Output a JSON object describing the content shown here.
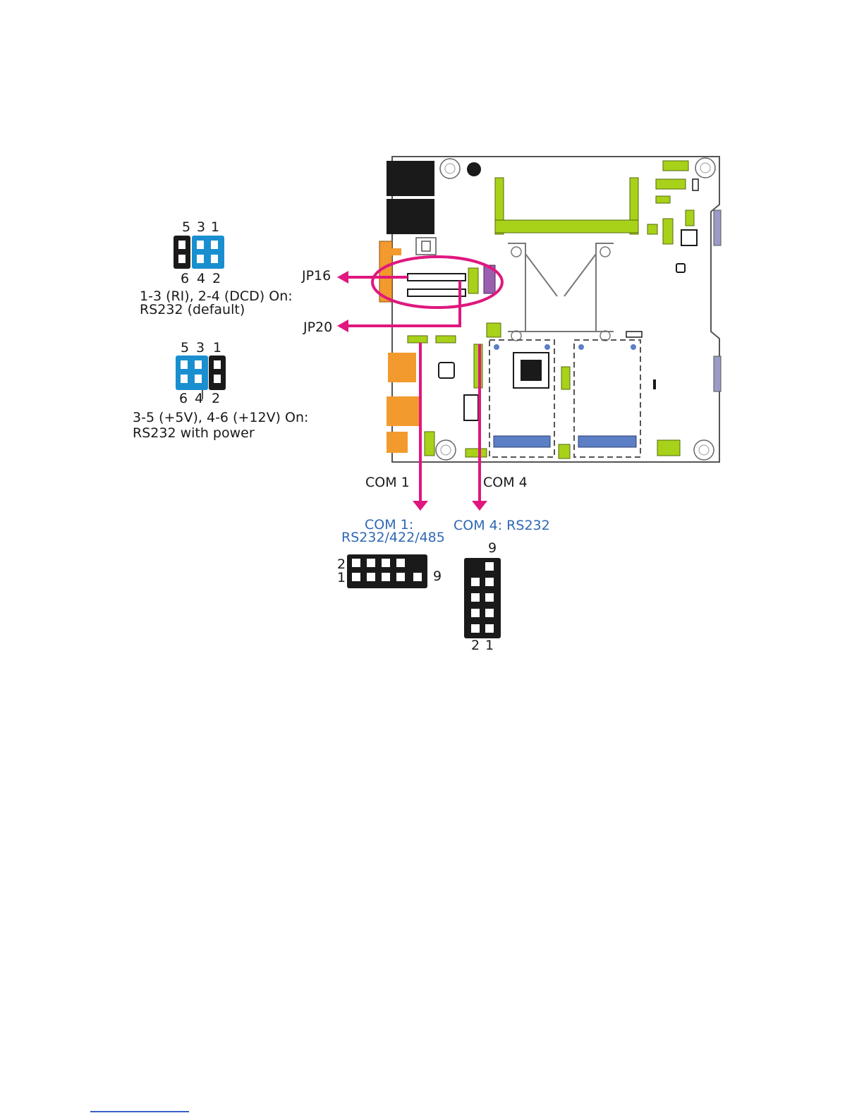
{
  "colors": {
    "jumper_blue": "#1a8fd0",
    "jumper_black": "#1a1a1a",
    "callout_magenta": "#e0177e",
    "board_green": "#a8d11a",
    "slot_blue": "#5c7fc6",
    "connector_orange": "#f29a2e",
    "pcb_purple": "#9b5fb0",
    "label_blue": "#2f68b3"
  },
  "jumper_settings": [
    {
      "top_pins": [
        "5",
        "3",
        "1"
      ],
      "bottom_pins": [
        "6",
        "4",
        "2"
      ],
      "caption_line1": "1-3 (RI), 2-4  (DCD) On:",
      "caption_line2": "RS232 (default)"
    },
    {
      "top_pins": [
        "5",
        "3",
        "1"
      ],
      "bottom_pins": [
        "6",
        "4",
        "2"
      ],
      "caption_line1": "3-5 (+5V), 4-6 (+12V) On:",
      "caption_line2": "RS232 with power"
    }
  ],
  "callouts": {
    "jp16": "JP16",
    "jp20": "JP20",
    "com1": "COM 1",
    "com4": "COM 4"
  },
  "connectors": {
    "com1_title_line1": "COM 1:",
    "com1_title_line2": "RS232/422/485",
    "com1_pin_top": "2",
    "com1_pin_bottom": "1",
    "com1_pin_end": "9",
    "com4_title": "COM 4: RS232",
    "com4_pin_top": "9",
    "com4_pin_bottom_left": "2",
    "com4_pin_bottom_right": "1"
  }
}
